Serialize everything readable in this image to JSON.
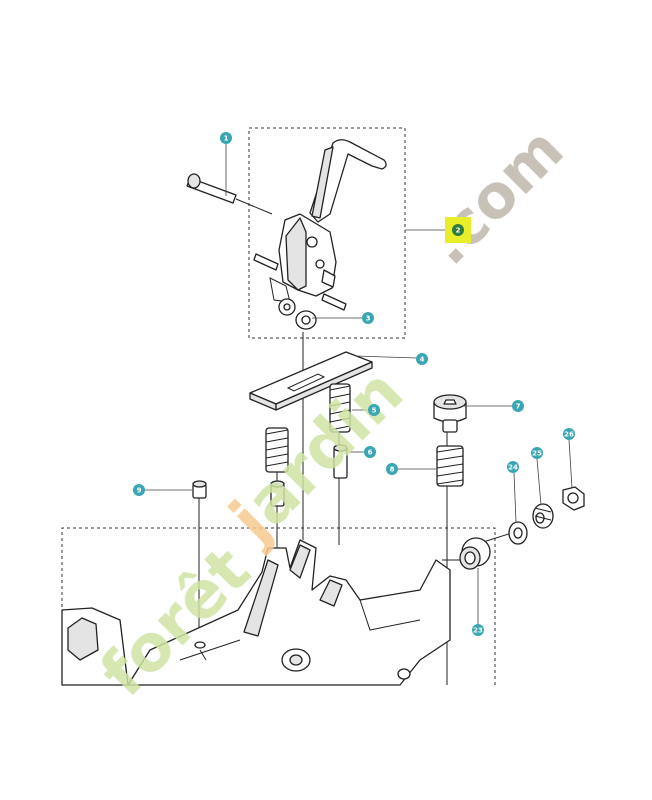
{
  "callouts": [
    {
      "id": "c1",
      "label": "1",
      "color": "#3aa6b3"
    },
    {
      "id": "c2",
      "label": "2",
      "color": "#2e7d3c",
      "highlight": "#e8ef2a"
    },
    {
      "id": "c3",
      "label": "3",
      "color": "#3aa6b3"
    },
    {
      "id": "c4",
      "label": "4",
      "color": "#3aa6b3"
    },
    {
      "id": "c5",
      "label": "5",
      "color": "#3aa6b3"
    },
    {
      "id": "c6",
      "label": "6",
      "color": "#3aa6b3"
    },
    {
      "id": "c7",
      "label": "7",
      "color": "#3aa6b3"
    },
    {
      "id": "c8",
      "label": "8",
      "color": "#3aa6b3"
    },
    {
      "id": "c9",
      "label": "9",
      "color": "#3aa6b3"
    },
    {
      "id": "c23",
      "label": "23",
      "color": "#3aa6b3"
    },
    {
      "id": "c24",
      "label": "24",
      "color": "#3aa6b3"
    },
    {
      "id": "c25",
      "label": "25",
      "color": "#3aa6b3"
    },
    {
      "id": "c26",
      "label": "26",
      "color": "#3aa6b3"
    }
  ],
  "watermark": {
    "word1": "forêt",
    "word2": "jardin",
    "word3": ".com",
    "color_green": "#cfe3a4",
    "color_orange": "#f6c98e",
    "color_grey": "#bdb6ab"
  }
}
